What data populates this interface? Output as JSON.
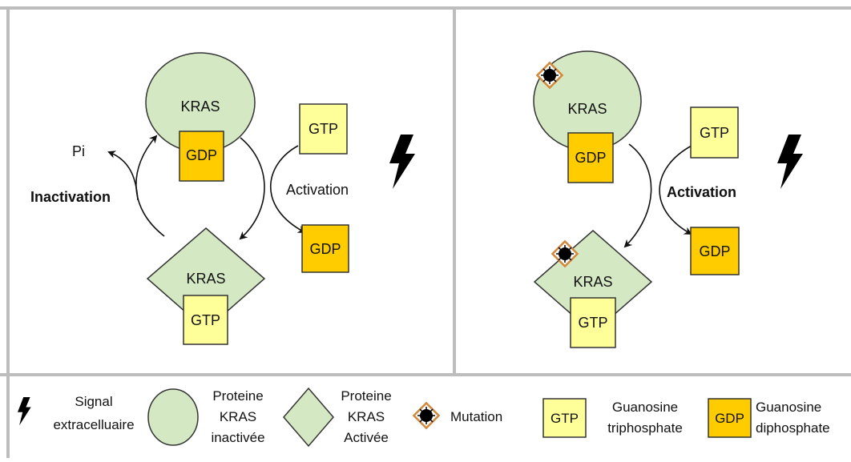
{
  "colors": {
    "kras_fill": "#d5e8c4",
    "gtp_fill": "#ffff99",
    "gdp_fill": "#ffcc00",
    "mutation_border": "#d4893a",
    "mutation_dot": "#000000",
    "border": "#333333",
    "panel_border": "#bdbdbd"
  },
  "left_panel": {
    "kras_inactive_label": "KRAS",
    "gdp_bound_label": "GDP",
    "kras_active_label": "KRAS",
    "gtp_bound_label": "GTP",
    "gtp_incoming_label": "GTP",
    "gdp_released_label": "GDP",
    "pi_label": "Pi",
    "inactivation_label": "Inactivation",
    "activation_label": "Activation",
    "signal_icon": "lightning-bolt-icon"
  },
  "right_panel": {
    "kras_inactive_label": "KRAS",
    "gdp_bound_label": "GDP",
    "kras_active_label": "KRAS",
    "gtp_bound_label": "GTP",
    "gtp_incoming_label": "GTP",
    "gdp_released_label": "GDP",
    "activation_label": "Activation",
    "signal_icon": "lightning-bolt-icon",
    "mutation_icon": "mutation-marker-icon"
  },
  "legend": {
    "signal": {
      "line1": "Signal",
      "line2": "extracelluaire"
    },
    "kras_inactive": {
      "line1": "Proteine",
      "line2": "KRAS",
      "line3": "inactivée"
    },
    "kras_active": {
      "line1": "Proteine",
      "line2": "KRAS",
      "line3": "Activée"
    },
    "mutation": {
      "label": "Mutation"
    },
    "gtp": {
      "box": "GTP",
      "line1": "Guanosine",
      "line2": "triphosphate"
    },
    "gdp": {
      "box": "GDP",
      "line1": "Guanosine",
      "line2": "diphosphate"
    }
  }
}
